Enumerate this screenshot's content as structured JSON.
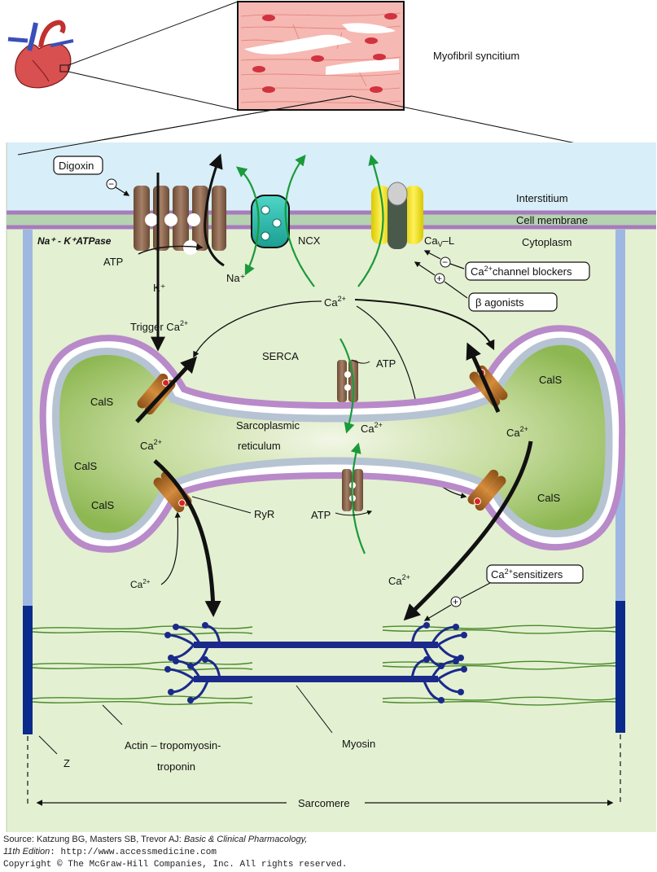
{
  "labels": {
    "myofibril_syncitium": "Myofibril syncitium",
    "interstitium": "Interstitium",
    "cell_membrane": "Cell membrane",
    "cytoplasm": "Cytoplasm",
    "digoxin": "Digoxin",
    "na_k_atpase": "Na⁺ - K⁺ATPase",
    "atp": "ATP",
    "k_plus": "K⁺",
    "na_plus": "Na⁺",
    "ncx": "NCX",
    "cav_l_main": "Ca",
    "cav_l_sub": "V",
    "cav_l_tail": "–L",
    "ca_channel_blockers_main": "Ca",
    "ca_channel_blockers_sup": "2+",
    "ca_channel_blockers_tail": "channel blockers",
    "beta_agonists": "β  agonists",
    "ca_main": "Ca",
    "ca_sup": "2+",
    "trigger_ca_main": "Trigger Ca",
    "serca": "SERCA",
    "sarcoplasmic": "Sarcoplasmic",
    "reticulum": "reticulum",
    "cals": "CalS",
    "ryr": "RyR",
    "ca_sensitizers_main": "Ca",
    "ca_sensitizers_sup": "2+",
    "ca_sensitizers_tail": "sensitizers",
    "actin_line1": "Actin – tropomyosin-",
    "actin_line2": "troponin",
    "myosin": "Myosin",
    "z": "Z",
    "sarcomere": "Sarcomere",
    "minus": "−",
    "plus": "+"
  },
  "source": {
    "prefix": "Source: Katzung BG, Masters SB, Trevor AJ: ",
    "title": "Basic & Clinical Pharmacology,",
    "edition": "11th Edition",
    "url_text": ": http://www.accessmedicine.com",
    "copyright": "Copyright © The McGraw-Hill Companies, Inc. All rights reserved."
  },
  "colors": {
    "interstitium": "#d8eef8",
    "cytoplasm": "#e4f0d2",
    "membrane": "#a77bbd",
    "z_line": "#0a2a8c",
    "z_line_light": "#9fb8e2",
    "sr_fill": "#92bd57",
    "sr_outline": "#b88ac9",
    "ryr": "#b8712a",
    "ncx": "#2ec3b5",
    "atpase": "#8a6a55",
    "ca_channel": "#f2e21c",
    "flux_green": "#1a9a3a",
    "actin": "#4a8a2a",
    "myosin": "#1a2a8a"
  }
}
